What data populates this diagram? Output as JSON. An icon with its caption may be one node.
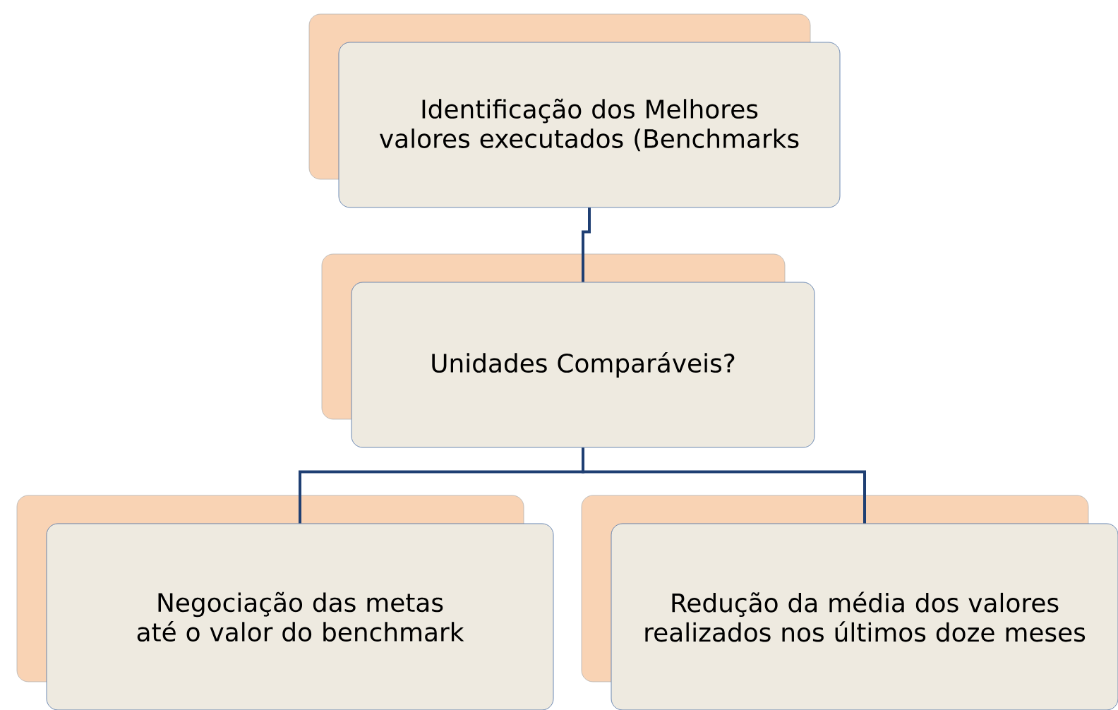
{
  "diagram": {
    "nodes": [
      {
        "text": [
          "Identificação dos Melhores valores executados (Benchmarks"
        ]
      },
      {
        "text": [
          "Unidades Comparáveis?"
        ]
      },
      {
        "text": [
          "Negociação das metas até o valor do benchmark"
        ]
      },
      {
        "text": [
          "Redução da média dos valores realizados nos últimos doze meses"
        ]
      }
    ],
    "edges": [
      {
        "from": 0,
        "to": 1,
        "arrow": "none"
      },
      {
        "from": 1,
        "to": 2,
        "arrow": "none"
      },
      {
        "from": 1,
        "to": 3,
        "arrow": "none"
      }
    ]
  }
}
